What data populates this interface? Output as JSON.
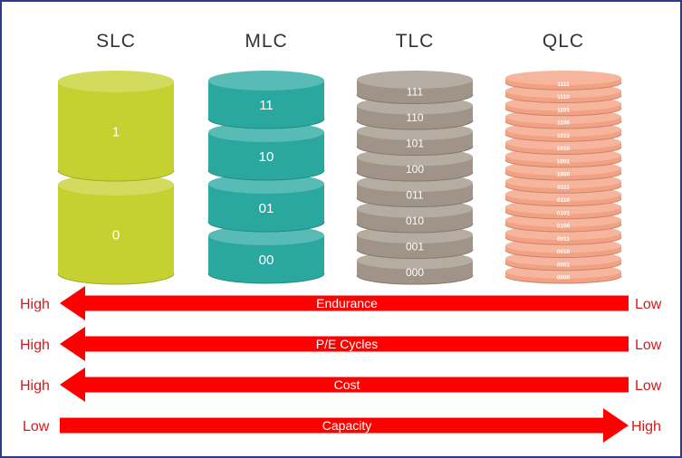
{
  "cell_types": [
    {
      "label": "SLC",
      "color": "#c5d130",
      "bits": [
        "1",
        "0"
      ]
    },
    {
      "label": "MLC",
      "color": "#2aa8a0",
      "bits": [
        "11",
        "10",
        "01",
        "00"
      ]
    },
    {
      "label": "TLC",
      "color": "#a09488",
      "bits": [
        "111",
        "110",
        "101",
        "100",
        "011",
        "010",
        "001",
        "000"
      ]
    },
    {
      "label": "QLC",
      "color": "#f3a183",
      "bits": [
        "1111",
        "1110",
        "1101",
        "1100",
        "1011",
        "1010",
        "1001",
        "1000",
        "0111",
        "0110",
        "0101",
        "0100",
        "0011",
        "0010",
        "0001",
        "0000"
      ]
    }
  ],
  "scales": [
    {
      "name": "Endurance",
      "left": "High",
      "right": "Low",
      "direction": "left"
    },
    {
      "name": "P/E Cycles",
      "left": "High",
      "right": "Low",
      "direction": "left"
    },
    {
      "name": "Cost",
      "left": "High",
      "right": "Low",
      "direction": "left"
    },
    {
      "name": "Capacity",
      "left": "Low",
      "right": "High",
      "direction": "right"
    }
  ],
  "colors": {
    "arrow": "#ff0000",
    "side_label": "#d81818",
    "heading": "#333333"
  }
}
